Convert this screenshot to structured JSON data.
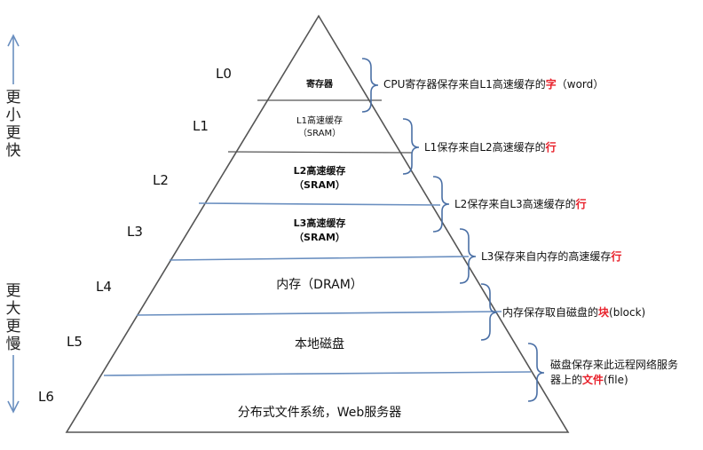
{
  "side": {
    "top_chars": [
      "更",
      "小",
      "更",
      "快"
    ],
    "bottom_chars": [
      "更",
      "大",
      "更",
      "慢"
    ]
  },
  "levels": [
    "L0",
    "L1",
    "L2",
    "L3",
    "L4",
    "L5",
    "L6"
  ],
  "tiers": [
    {
      "line1": "寄存器",
      "line2": ""
    },
    {
      "line1": "L1高速缓存",
      "line2": "（SRAM）"
    },
    {
      "line1": "L2高速缓存",
      "line2": "（SRAM）"
    },
    {
      "line1": "L3高速缓存",
      "line2": "（SRAM）"
    },
    {
      "line1": "内存（DRAM）",
      "line2": ""
    },
    {
      "line1": "本地磁盘",
      "line2": ""
    },
    {
      "line1": "分布式文件系统，Web服务器",
      "line2": ""
    }
  ],
  "notes": [
    {
      "pre": "CPU寄存器保存来自L1高速缓存的",
      "hl": "字",
      "post": "（word）"
    },
    {
      "pre": "L1保存来自L2高速缓存的",
      "hl": "行",
      "post": ""
    },
    {
      "pre": "L2保存来自L3高速缓存的",
      "hl": "行",
      "post": ""
    },
    {
      "pre": "L3保存来自内存的高速缓存",
      "hl": "行",
      "post": ""
    },
    {
      "pre": "内存保存取自磁盘的",
      "hl": "块",
      "post": "(block)"
    },
    {
      "pre": "磁盘保存来此远程网络服务",
      "pre2": "器上的",
      "hl": "文件",
      "post": "(file)"
    }
  ],
  "colors": {
    "outline": "#555555",
    "divider": "#6a8fc0",
    "brace": "#4a6fa5",
    "arrow": "#6a8fc0",
    "highlight": "#e8202a"
  }
}
